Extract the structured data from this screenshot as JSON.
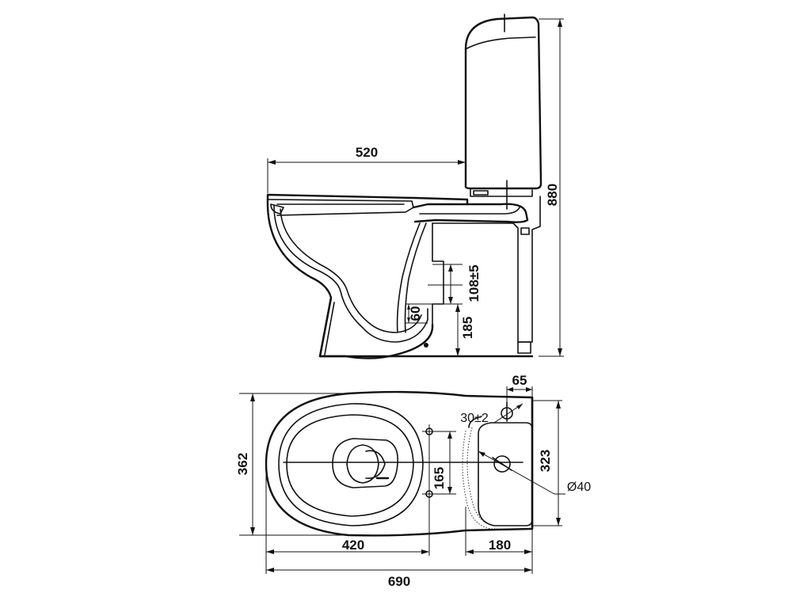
{
  "side_view": {
    "dims": {
      "width_top": "520",
      "height_total": "880",
      "outlet_height": "185",
      "outlet_offset": "108±5",
      "outlet_small": "60"
    }
  },
  "top_view": {
    "dims": {
      "width": "362",
      "length_total": "690",
      "to_fixing": "420",
      "tank_depth": "180",
      "fixing_spacing": "165",
      "tank_width": "323",
      "inlet_offset": "65",
      "inlet_hole": "30±2",
      "outlet_hole": "Ø40"
    }
  }
}
